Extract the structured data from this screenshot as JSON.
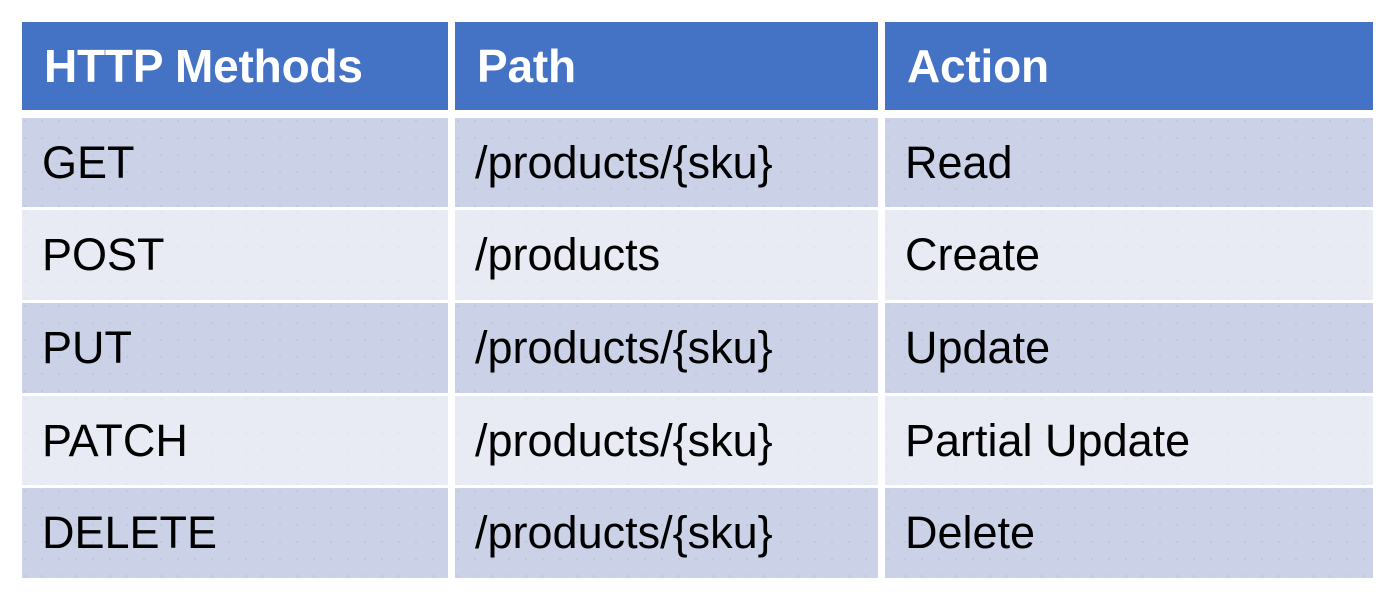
{
  "table": {
    "name": "HTTP methods to REST path and action mapping",
    "accent_color": "#4472C4",
    "header_text_color": "#FFFFFF",
    "row_color_dark": "#CBD2E7",
    "row_color_light": "#E8EBF4",
    "columns": [
      {
        "key": "method",
        "label": "HTTP Methods"
      },
      {
        "key": "path",
        "label": "Path"
      },
      {
        "key": "action",
        "label": "Action"
      }
    ],
    "rows": [
      {
        "method": "GET",
        "path": "/products/{sku}",
        "action": "Read",
        "band": "dark"
      },
      {
        "method": "POST",
        "path": "/products",
        "action": "Create",
        "band": "light"
      },
      {
        "method": "PUT",
        "path": "/products/{sku}",
        "action": "Update",
        "band": "dark"
      },
      {
        "method": "PATCH",
        "path": "/products/{sku}",
        "action": "Partial Update",
        "band": "light"
      },
      {
        "method": "DELETE",
        "path": "/products/{sku}",
        "action": "Delete",
        "band": "dark"
      }
    ]
  }
}
